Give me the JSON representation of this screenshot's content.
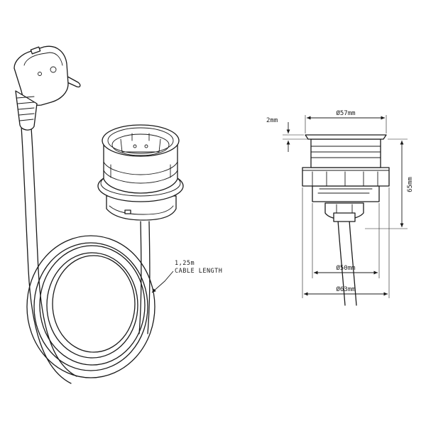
{
  "cable_callout": {
    "length": "1,25m",
    "caption": "CABLE LENGTH"
  },
  "dimensions": {
    "top_diameter": "Ø57mm",
    "flange_thickness": "2mm",
    "height": "65mm",
    "body_diameter": "Ø50mm",
    "collar_diameter": "Ø63mm"
  },
  "colors": {
    "line": "#1a1a1a",
    "background": "#ffffff"
  }
}
